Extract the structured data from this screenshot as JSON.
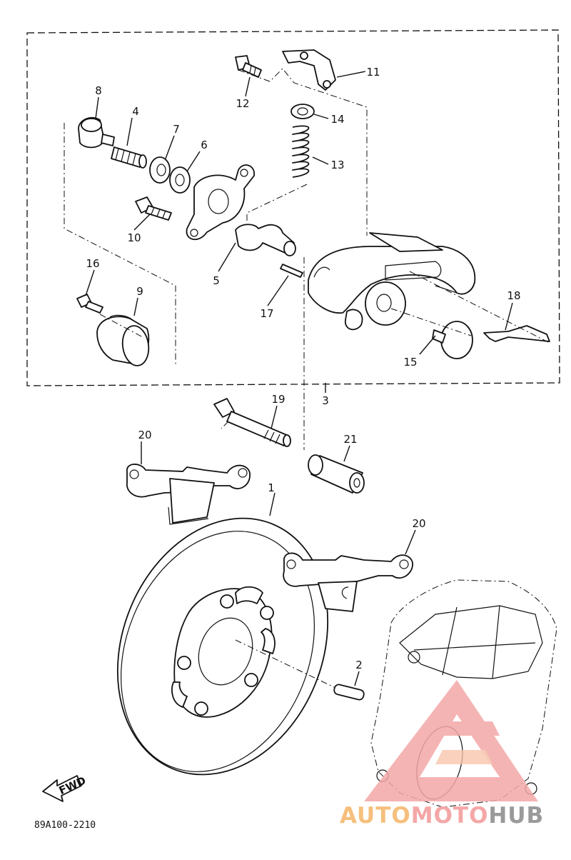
{
  "diagram": {
    "callouts": [
      "1",
      "2",
      "3",
      "4",
      "5",
      "6",
      "7",
      "8",
      "9",
      "10",
      "11",
      "12",
      "13",
      "14",
      "15",
      "16",
      "17",
      "18",
      "19",
      "20",
      "20",
      "21"
    ],
    "fwd_label": "FWD",
    "drawing_code": "89A100-2210",
    "watermark": {
      "brand_part1": "AUTO",
      "brand_part2": "MOTO",
      "brand_part3": "HUB",
      "color_primary": "#f4a7a7",
      "color_light": "#f7c3a8",
      "color_gray": "#9a9a9a"
    }
  }
}
